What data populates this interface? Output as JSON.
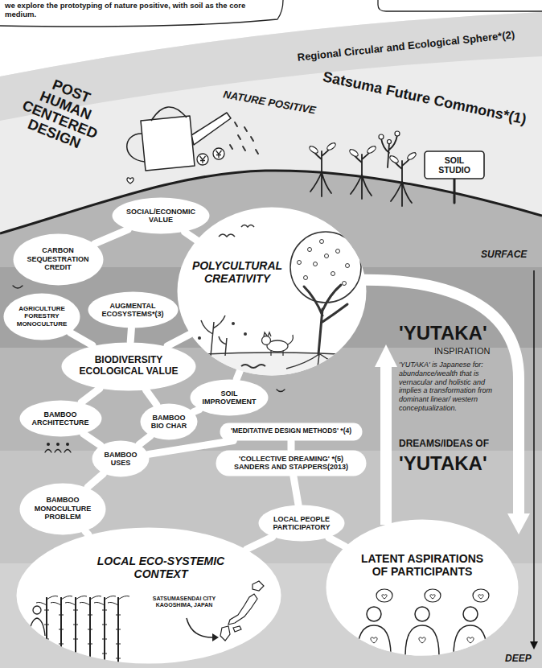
{
  "diagram": {
    "nodes": [
      {
        "text": [
          "CARBON SEQUESTRATION CREDIT"
        ]
      },
      {
        "text": [
          "SOCIAL/ECONOMIC VALUE"
        ]
      },
      {
        "text": [
          "POLYCULTURAL CREATIVITY"
        ]
      },
      {
        "text": [
          "AGRICULTURE FORESTRY MONOCULTURE"
        ]
      },
      {
        "text": [
          "AUGMENTAL ECOSYSTEMS*(3)"
        ]
      },
      {
        "text": [
          "BIODIVERSITY ECOLOGICAL VALUE"
        ]
      },
      {
        "text": [
          "SOIL IMPROVEMENT"
        ]
      },
      {
        "text": [
          "BAMBOO ARCHITECTURE"
        ]
      },
      {
        "text": [
          "BAMBOO BIO CHAR"
        ]
      },
      {
        "text": [
          "BAMBOO USES"
        ]
      },
      {
        "text": [
          "BAMBOO MONOCULTURE PROBLEM"
        ]
      },
      {
        "text": [
          "'MEDITATIVE DESIGN METHODS' *(4)"
        ]
      },
      {
        "text": [
          "'COLLECTIVE DREAMING' *(5) SANDERS AND STAPPERS(2013)"
        ]
      },
      {
        "text": [
          "LOCAL ECO-SYSTEMIC CONTEXT"
        ]
      },
      {
        "text": [
          "LOCAL PEOPLE PARTICIPATORY"
        ]
      },
      {
        "text": [
          "LATENT ASPIRATIONS OF PARTICIPANTS"
        ]
      },
      {
        "text": [
          "SOIL STUDIO"
        ]
      }
    ],
    "edges": [
      {
        "from": 13,
        "to": 10,
        "arrow": "none"
      },
      {
        "from": 10,
        "to": 9,
        "arrow": "none"
      },
      {
        "from": 9,
        "to": 7,
        "arrow": "none"
      },
      {
        "from": 9,
        "to": 8,
        "arrow": "none"
      },
      {
        "from": 7,
        "to": 5,
        "arrow": "none"
      },
      {
        "from": 8,
        "to": 5,
        "arrow": "none"
      },
      {
        "from": 8,
        "to": 6,
        "arrow": "none"
      },
      {
        "from": 6,
        "to": 2,
        "arrow": "none"
      },
      {
        "from": 5,
        "to": 3,
        "arrow": "none"
      },
      {
        "from": 5,
        "to": 4,
        "arrow": "none"
      },
      {
        "from": 5,
        "to": 2,
        "arrow": "none"
      },
      {
        "from": 2,
        "to": 1,
        "arrow": "none"
      },
      {
        "from": 1,
        "to": 0,
        "arrow": "none"
      },
      {
        "from": 9,
        "to": 11,
        "arrow": "none"
      },
      {
        "from": 11,
        "to": 12,
        "arrow": "none"
      },
      {
        "from": 12,
        "to": 14,
        "arrow": "none"
      },
      {
        "from": 13,
        "to": 14,
        "arrow": "none"
      },
      {
        "from": 14,
        "to": 15,
        "arrow": "none"
      }
    ],
    "labels": [
      "we explore the prototyping of nature positive, with soil as the core medium.",
      "Regional Circular and Ecological Sphere*(2)",
      "Satsuma Future Commons*(1)",
      "POST HUMAN CENTERED DESIGN",
      "NATURE POSITIVE",
      "SURFACE",
      "'YUTAKA'",
      "INSPIRATION",
      "'YUTAKA' is Japanese for: abundance/wealth that is vernacular and holistic and implies a transformation from dominant linear/ western conceptualization.",
      "DREAMS/IDEAS OF",
      "'YUTAKA'",
      "SATSUMASENDAI CITY KAGOSHIMA, JAPAN",
      "DEEP"
    ]
  }
}
